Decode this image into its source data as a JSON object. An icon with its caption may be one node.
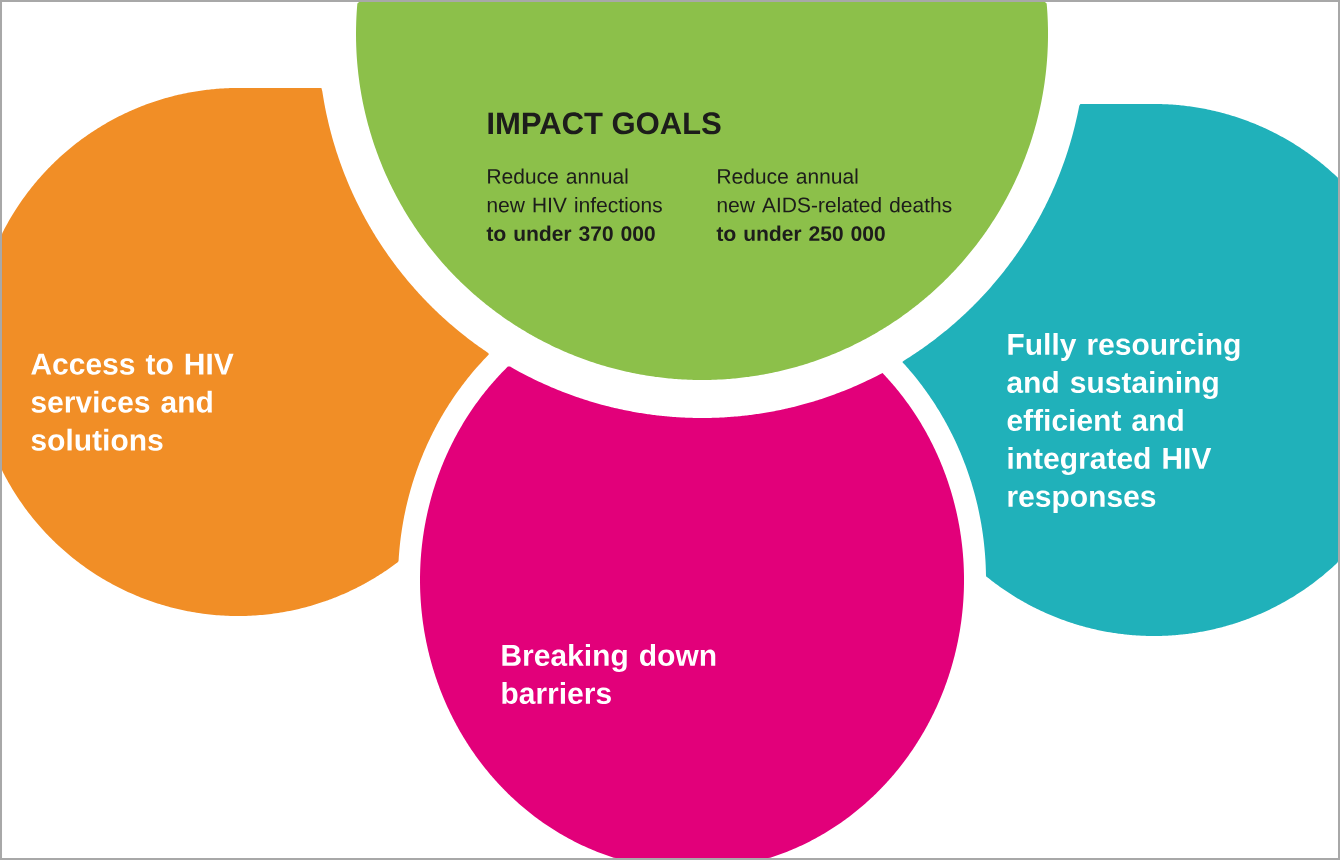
{
  "diagram": {
    "nodes": [
      {
        "text": [
          "IMPACT GOALS",
          "Reduce annual new HIV infections **to under 370 000**",
          "Reduce annual new AIDS-related deaths **to under 250 000**"
        ]
      },
      {
        "text": [
          "Access to HIV services and solutions"
        ]
      },
      {
        "text": [
          "Breaking down barriers"
        ]
      },
      {
        "text": [
          "Fully resourcing and sustaining efficient and integrated HIV responses"
        ]
      }
    ]
  }
}
